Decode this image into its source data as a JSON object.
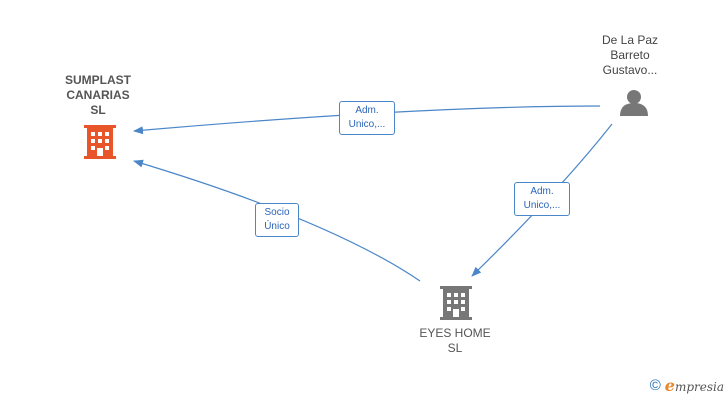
{
  "nodes": {
    "sumplast": {
      "lines": [
        "SUMPLAST",
        "CANARIAS",
        "SL"
      ],
      "icon": "building-icon",
      "color": "#e8552a"
    },
    "eyes_home": {
      "lines": [
        "EYES HOME",
        "SL"
      ],
      "icon": "building-icon",
      "color": "#777777"
    },
    "person": {
      "lines": [
        "De La Paz",
        "Barreto",
        "Gustavo..."
      ],
      "icon": "person-icon",
      "color": "#777777"
    }
  },
  "edges": {
    "person_to_sumplast": {
      "lines": [
        "Adm.",
        "Unico,..."
      ]
    },
    "person_to_eyes": {
      "lines": [
        "Adm.",
        "Unico,..."
      ]
    },
    "eyes_to_sumplast": {
      "lines": [
        "Socio",
        "Único"
      ]
    }
  },
  "footer": {
    "copyright": "©",
    "brand_initial": "e",
    "brand_rest": "mpresia"
  },
  "colors": {
    "edge": "#4a86c8"
  }
}
